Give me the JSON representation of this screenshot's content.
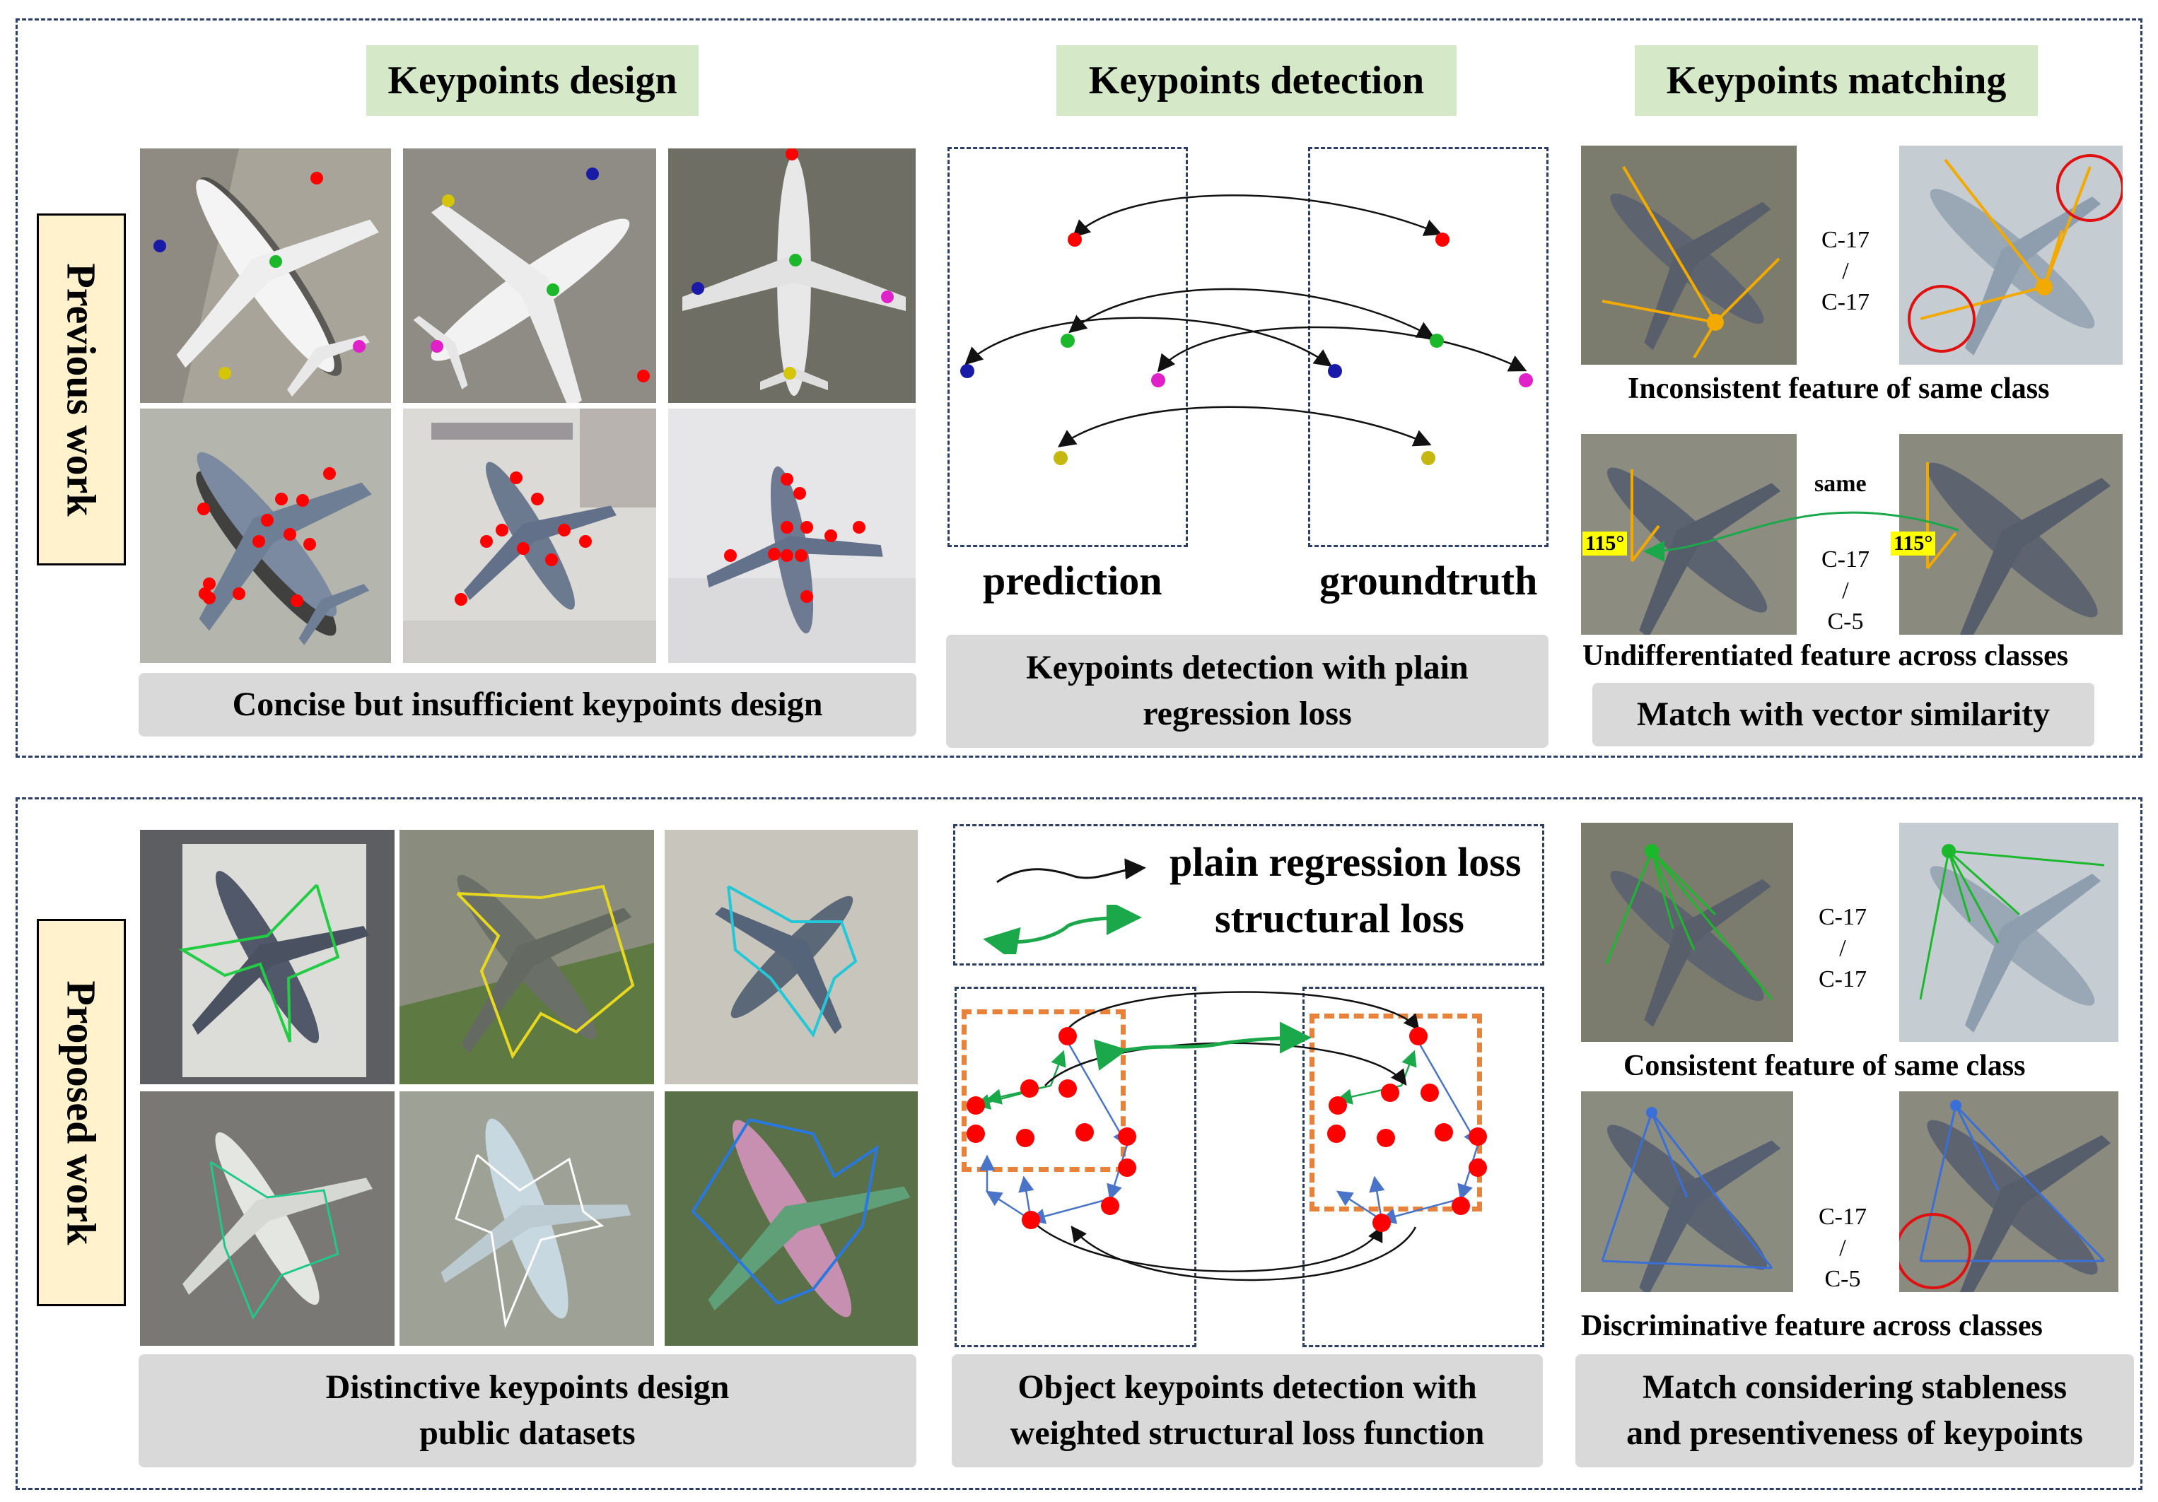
{
  "top_panel": {
    "side_label": "Previous work",
    "headers": {
      "design": "Keypoints design",
      "detection": "Keypoints detection",
      "matching": "Keypoints matching"
    },
    "design_caption": "Concise but insufficient keypoints design",
    "detection": {
      "prediction_label": "prediction",
      "groundtruth_label": "groundtruth",
      "caption_line1": "Keypoints detection with plain",
      "caption_line2": "regression loss"
    },
    "matching": {
      "row1_class_top": "C-17",
      "row1_class_sep": "/",
      "row1_class_bottom": "C-17",
      "row1_caption": "Inconsistent feature of same class",
      "same_label": "same",
      "angle_left": "115°",
      "angle_right": "115°",
      "row2_class_top": "C-17",
      "row2_class_sep": "/",
      "row2_class_bottom": "C-5",
      "row2_caption": "Undifferentiated feature across classes",
      "caption": "Match with vector similarity"
    }
  },
  "bottom_panel": {
    "side_label": "Proposed work",
    "design_caption_line1": "Distinctive keypoints design",
    "design_caption_line2": "public datasets",
    "legend": {
      "plain": "plain regression loss",
      "structural": "structural loss"
    },
    "detection_caption_line1": "Object keypoints detection with",
    "detection_caption_line2": "weighted structural loss function",
    "matching": {
      "row1_class_top": "C-17",
      "row1_class_sep": "/",
      "row1_class_bottom": "C-17",
      "row1_caption": "Consistent feature of same class",
      "row2_class_top": "C-17",
      "row2_class_sep": "/",
      "row2_class_bottom": "C-5",
      "row2_caption": "Discriminative feature across classes",
      "caption_line1": "Match considering stableness",
      "caption_line2": "and presentiveness of keypoints"
    }
  },
  "colors": {
    "panel_border": "#2c3e66",
    "header_green": "#d5e8c8",
    "side_label_bg": "#fff2cc",
    "caption_gray": "#d9d9d9",
    "keypoint_red": "#ff0000",
    "structural_green": "#1aa84a",
    "matching_orange": "#f2a900",
    "matching_blue": "#3a6fd8",
    "region_orange": "#e8823a"
  }
}
